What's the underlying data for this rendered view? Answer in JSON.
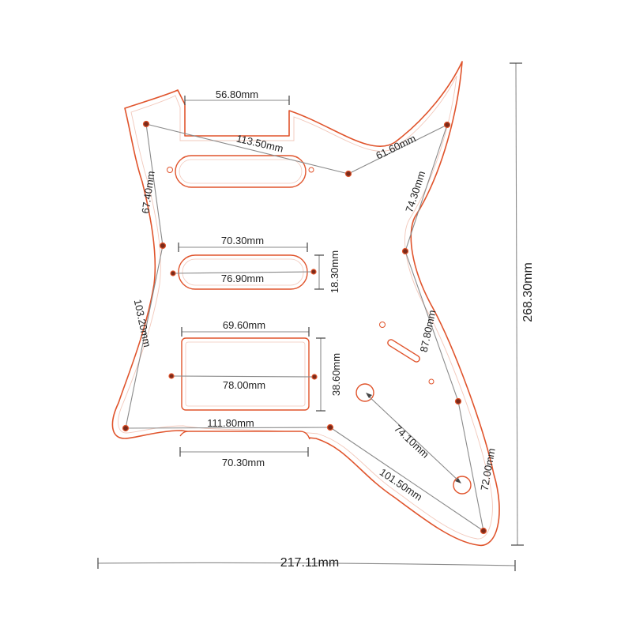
{
  "drawing": {
    "overall_width": "217.11mm",
    "overall_height": "268.30mm",
    "dimensions": {
      "neck_pocket_width": "56.80mm",
      "top_hole_span": "113.50mm",
      "top_right_span": "61.60mm",
      "right_upper_span": "74.30mm",
      "left_upper_span": "67.40mm",
      "left_lower_span": "103.20mm",
      "neck_pickup_width": "70.30mm",
      "neck_pickup_screw_span": "76.90mm",
      "neck_pickup_height": "18.30mm",
      "bridge_pickup_width": "69.60mm",
      "bridge_pickup_screw_span": "78.00mm",
      "bridge_pickup_height": "38.60mm",
      "right_mid_span": "87.80mm",
      "bottom_left_span": "111.80mm",
      "bottom_cutout_width": "70.30mm",
      "control_span": "74.10mm",
      "bottom_right_span": "101.50mm",
      "right_lower_span": "72.00mm"
    }
  }
}
